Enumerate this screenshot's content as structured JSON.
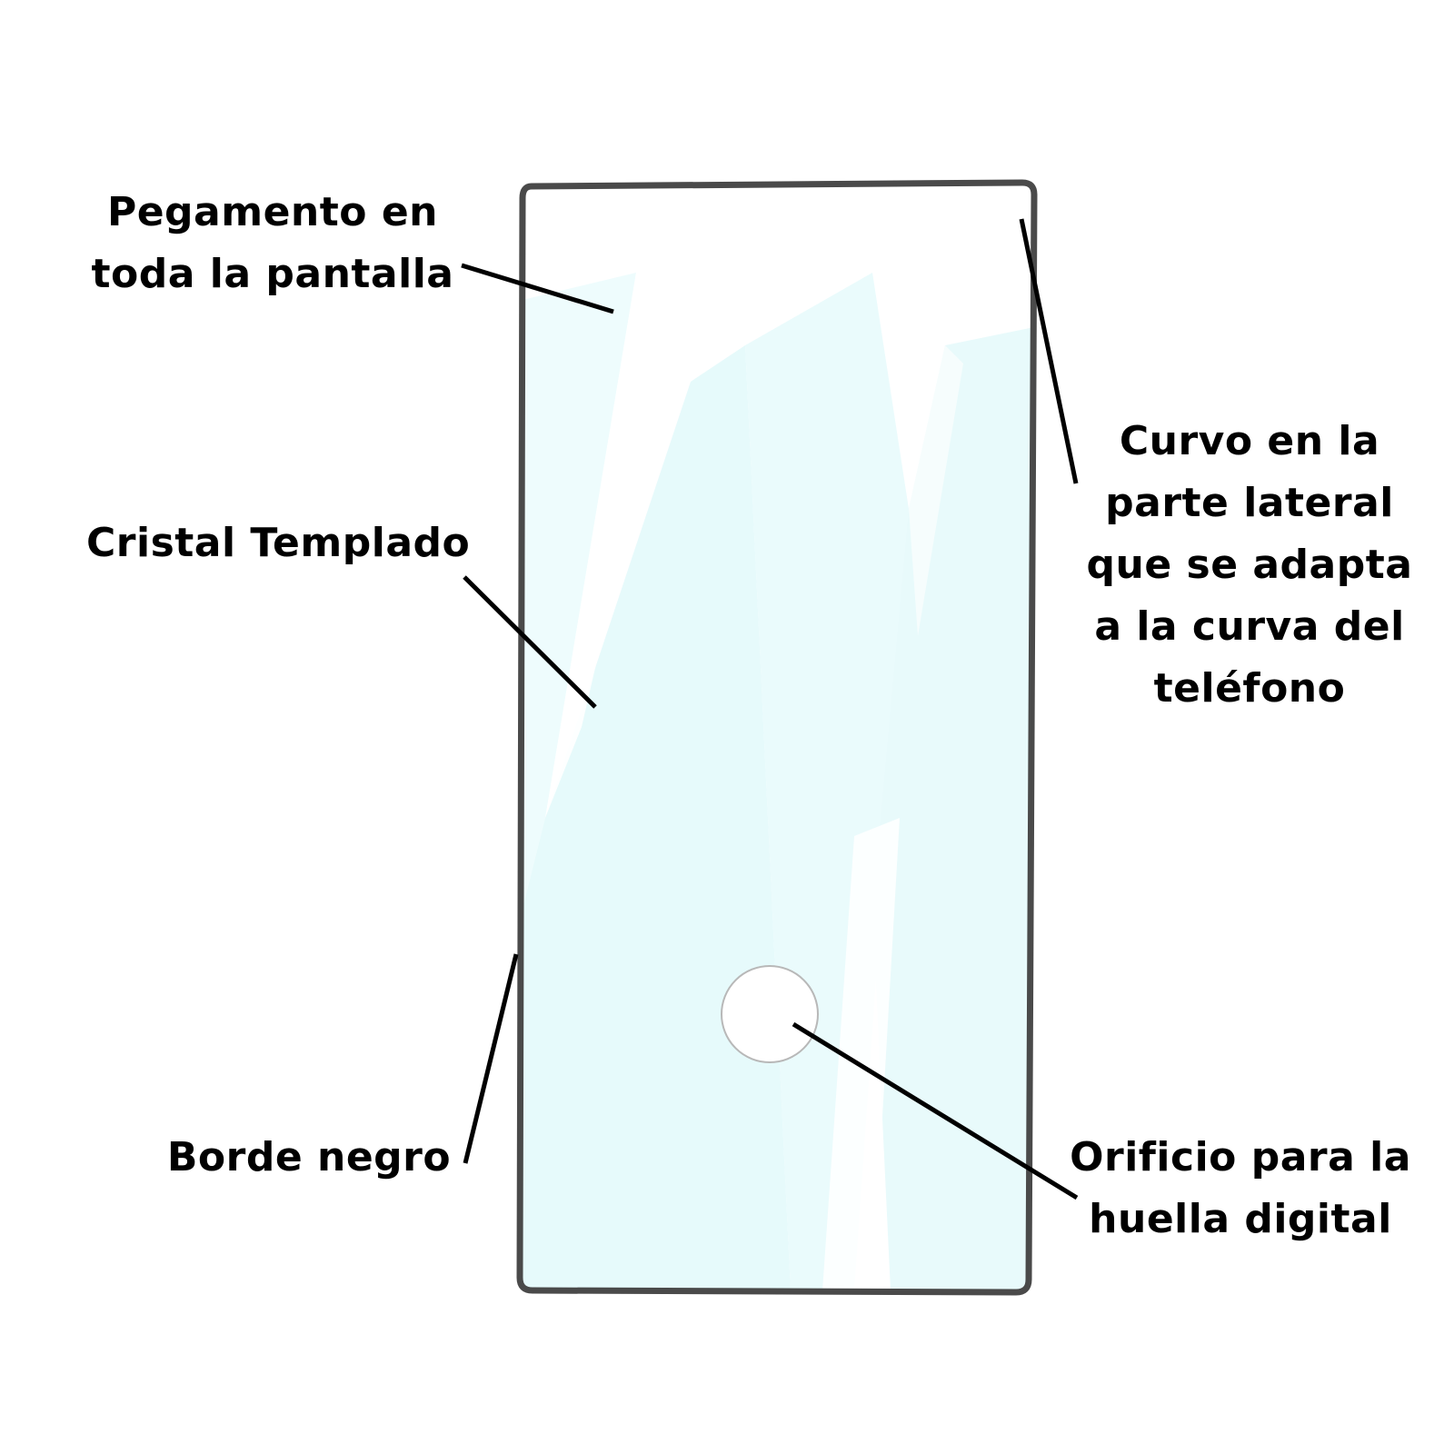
{
  "diagram": {
    "type": "product-annotation",
    "subject": "tempered glass screen protector",
    "colors": {
      "background": "#ffffff",
      "border": "#4a4a4a",
      "glass_tint": "#e9fbfc",
      "glass_highlight": "#ffffff",
      "leader_line": "#000000",
      "text": "#000000",
      "hole_outline": "#b8b8b8"
    },
    "labels": {
      "adhesive": {
        "lines": [
          "Pegamento en",
          "toda la pantalla"
        ]
      },
      "glass": {
        "lines": [
          "Cristal Templado"
        ]
      },
      "border": {
        "lines": [
          "Borde negro"
        ]
      },
      "curved_edge": {
        "lines": [
          "Curvo en la",
          "parte lateral",
          "que se adapta",
          "a la curva del",
          "teléfono"
        ]
      },
      "fingerprint_hole": {
        "lines": [
          "Orificio para la",
          "huella digital"
        ]
      }
    }
  }
}
